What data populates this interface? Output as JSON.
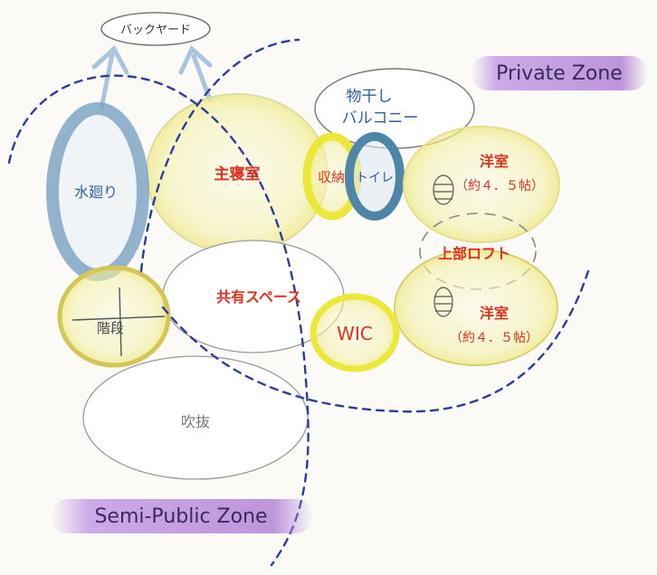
{
  "labels": {
    "backyard": "バックヤード",
    "water": "水廻り",
    "master_bedroom": "主寝室",
    "storage": "収納",
    "toilet": "トイレ",
    "laundry_line1": "物干し",
    "laundry_line2": "バルコニー",
    "western_room_top": "洋室",
    "western_room_top_size": "（約４．５帖）",
    "loft": "上部ロフト",
    "shared_space": "共有スペース",
    "stairs": "階段",
    "wic": "WIC",
    "western_room_bottom": "洋室",
    "western_room_bottom_size": "（約４．５帖）",
    "atrium": "吹抜"
  },
  "zones": {
    "private": "Private Zone",
    "semi_public": "Semi-Public Zone"
  },
  "colors": {
    "dashed_line": "#2b3f9a",
    "red_text": "#e0301e",
    "blue_text": "#2f5da6",
    "zone_pill": "#b58ad6",
    "yellow_wash": "#f2ef9a",
    "blue_wash": "#7fa6c6"
  }
}
